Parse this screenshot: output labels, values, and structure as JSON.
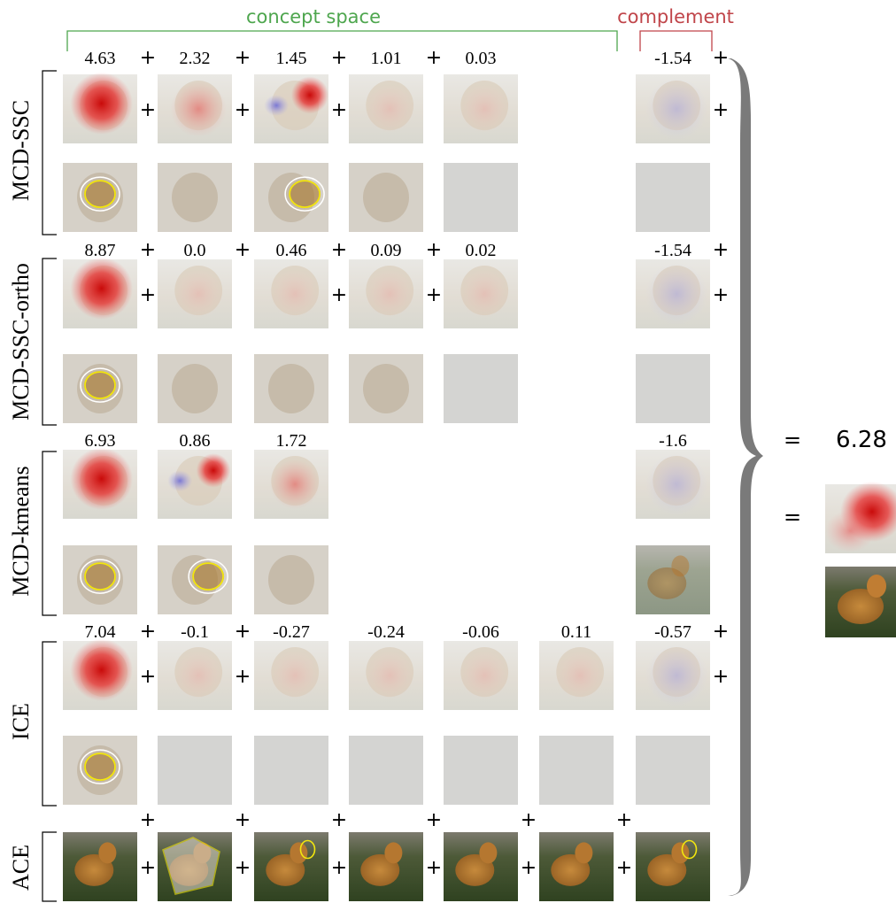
{
  "header": {
    "concept_space": "concept space",
    "complement": "complement"
  },
  "colors": {
    "concept_space": "#4ea64e",
    "complement": "#c0454a",
    "brace": "#7a7a7a",
    "contour": "#f2e60e",
    "outline": "#ffffff"
  },
  "methods": [
    {
      "name": "MCD-SSC",
      "scores": [
        "4.63",
        "2.32",
        "1.45",
        "1.01",
        "0.03",
        "-1.54"
      ]
    },
    {
      "name": "MCD-SSC-ortho",
      "scores": [
        "8.87",
        "0.0",
        "0.46",
        "0.09",
        "0.02",
        "-1.54"
      ]
    },
    {
      "name": "MCD-kmeans",
      "scores": [
        "6.93",
        "0.86",
        "1.72",
        "-1.6"
      ]
    },
    {
      "name": "ICE",
      "scores": [
        "7.04",
        "-0.1",
        "-0.27",
        "-0.24",
        "-0.06",
        "0.11",
        "-0.57"
      ]
    },
    {
      "name": "ACE",
      "scores": []
    }
  ],
  "symbols": {
    "plus": "+",
    "equals": "="
  },
  "result": {
    "value": "6.28"
  }
}
